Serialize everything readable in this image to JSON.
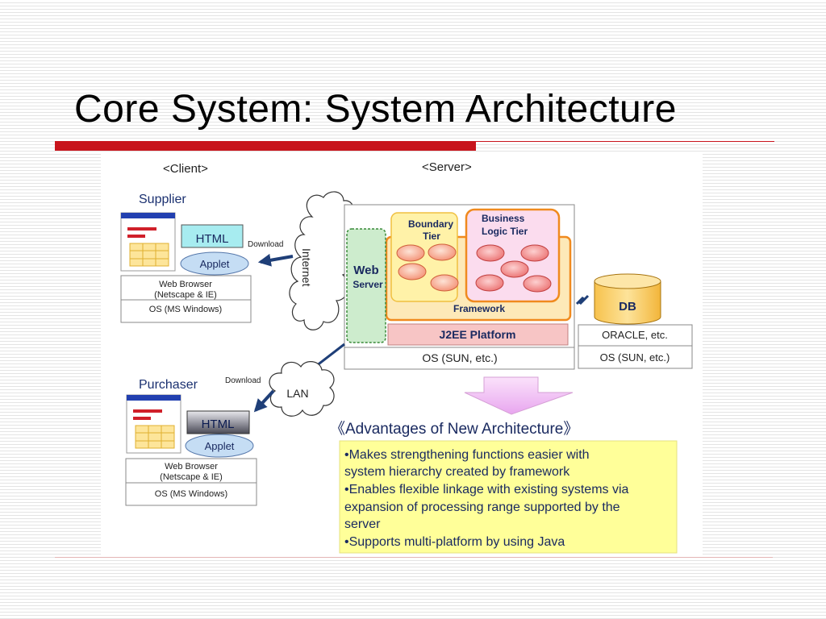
{
  "slide": {
    "title": "Core System: System Architecture"
  },
  "diagram": {
    "client_heading": "<Client>",
    "server_heading": "<Server>",
    "supplier": {
      "label": "Supplier",
      "html": "HTML",
      "applet": "Applet",
      "download": "Download",
      "browser_line1": "Web Browser",
      "browser_line2": "(Netscape & IE)",
      "os": "OS (MS Windows)"
    },
    "purchaser": {
      "label": "Purchaser",
      "html": "HTML",
      "applet": "Applet",
      "download": "Download",
      "browser_line1": "Web Browser",
      "browser_line2": "(Netscape & IE)",
      "os": "OS (MS Windows)"
    },
    "internet": "Internet",
    "lan": "LAN",
    "web_server_line1": "Web",
    "web_server_line2": "Server",
    "boundary_tier_line1": "Boundary",
    "boundary_tier_line2": "Tier",
    "business_logic_line1": "Business",
    "business_logic_line2": "Logic Tier",
    "framework": "Framework",
    "j2ee": "J2EE Platform",
    "os_server": "OS (SUN, etc.)",
    "db": "DB",
    "db_vendor": "ORACLE, etc.",
    "db_os": "OS (SUN, etc.)",
    "advantages_title": "《Advantages of New Architecture》",
    "advantages": [
      "•Makes strengthening functions easier with",
      "system hierarchy created by framework",
      "•Enables flexible linkage with existing systems via",
      "expansion of processing range supported by the",
      "server",
      "•Supports multi-platform by using Java"
    ]
  },
  "colors": {
    "title_rule": "#c8141c",
    "framework_border": "#f08a1e",
    "framework_fill": "#fde9b8",
    "tier_fill": "#fff2a8",
    "business_fill": "#fbdcee",
    "ellipse_fill": "#f6a58c",
    "web_server_fill": "#cdeccd",
    "j2ee_fill": "#f7c5c5",
    "db_fill": "#fbd97c",
    "html_box_fill": "#a7ecf0",
    "applet_fill": "#c5ddf4",
    "advantages_fill": "#ffff99",
    "arrow": "#1f3f78"
  }
}
